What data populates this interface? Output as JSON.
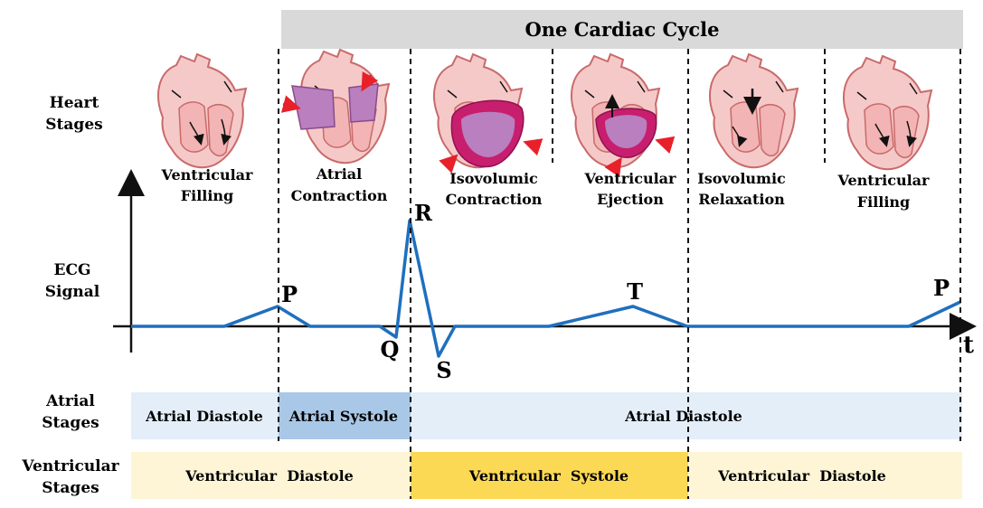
{
  "cycle_title": "One Cardiac Cycle",
  "row_labels": {
    "heart": [
      "Heart",
      "Stages"
    ],
    "ecg": [
      "ECG",
      "Signal"
    ],
    "atrial": [
      "Atrial",
      "Stages"
    ],
    "ventricular": [
      "Ventricular",
      "Stages"
    ]
  },
  "heart_stages": [
    {
      "lines": [
        "Ventricular",
        "Filling"
      ]
    },
    {
      "lines": [
        "Atrial",
        "Contraction"
      ]
    },
    {
      "lines": [
        "Isovolumic",
        "Contraction"
      ]
    },
    {
      "lines": [
        "Ventricular",
        "Ejection"
      ]
    },
    {
      "lines": [
        "Isovolumic",
        "Relaxation"
      ]
    },
    {
      "lines": [
        "Ventricular",
        "Filling"
      ]
    }
  ],
  "ecg": {
    "axis_label": "t",
    "wave_labels": [
      "P",
      "Q",
      "R",
      "S",
      "T",
      "P"
    ]
  },
  "atrial_stages": [
    "Atrial Diastole",
    "Atrial Systole",
    "Atrial Diastole"
  ],
  "ventricular_stages": [
    "Ventricular  Diastole",
    "Ventricular  Systole",
    "Ventricular  Diastole"
  ],
  "colors": {
    "title_band": "#d9d9d9",
    "atrial_diastole": "#e3eef9",
    "atrial_systole": "#a9c8e8",
    "ventricular_diastole": "#fdf5d6",
    "ventricular_systole": "#fcd955",
    "ecg_line": "#1f6fbf",
    "arrow_red": "#e8202a",
    "heart_pink": "#f6c9c9",
    "heart_purple": "#b97fbf",
    "heart_magenta": "#c81e6e"
  }
}
